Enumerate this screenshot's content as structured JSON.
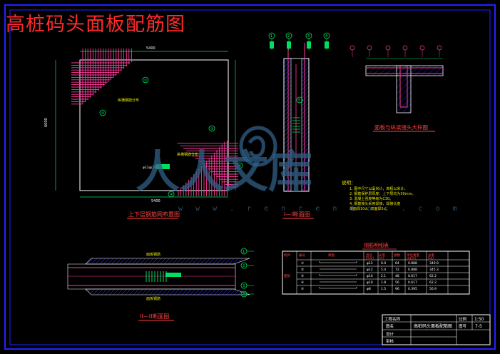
{
  "drawing": {
    "title": "高桩码头面板配筋图",
    "views": {
      "plan": "上下层钢筋网布置图",
      "section1": "I—I断面图",
      "section2": "II—II断面图",
      "detail": "面板与纵梁接头大样图"
    },
    "rebar_table": {
      "title": "钢筋明细表",
      "headers": [
        "构件",
        "编号",
        "简图",
        "直径",
        "长度",
        "根数",
        "单位重量",
        "总重"
      ],
      "units": [
        "",
        "",
        "",
        "(mm)",
        "(m)",
        "",
        "(kg/m)",
        "(kg)"
      ],
      "rows": [
        [
          "",
          "①",
          "",
          "φ12",
          "6.0",
          "64",
          "0.888",
          "340.9"
        ],
        [
          "",
          "②",
          "",
          "φ12",
          "5.4",
          "72",
          "0.888",
          "345.3"
        ],
        [
          "面板",
          "③",
          "",
          "φ10",
          "2.1",
          "48",
          "0.617",
          "62.2"
        ],
        [
          "",
          "④",
          "",
          "φ10",
          "1.8",
          "56",
          "0.617",
          "62.2"
        ],
        [
          "",
          "⑤",
          "",
          "φ8",
          "1.5",
          "96",
          "0.395",
          "56.9"
        ]
      ]
    },
    "notes": {
      "heading": "说明：",
      "lines": [
        "1. 图中尺寸以毫米计，高程以米计。",
        "2. 钢筋保护层厚度：上下层均为50mm。",
        "3. 混凝土强度等级为C30。",
        "4. 钢筋接头采用焊接，焊接长度",
        "   单面焊10d，双面焊5d。"
      ]
    },
    "title_block": {
      "project_label": "工程名称",
      "drawing_label": "图名",
      "drawing_name": "高桩码头面板配筋图",
      "design_label": "设计",
      "check_label": "审核",
      "scale_label": "比例",
      "scale": "1:50",
      "number_label": "图号",
      "number": "7-5"
    },
    "watermark": {
      "text": "人人文库",
      "url": "w w w . r e n r e n d o c . c o m"
    },
    "colors": {
      "frame": "#2222ff",
      "rebar": "#ff3b9d",
      "dimension": "#00e060",
      "outline": "#ffffff",
      "title": "#ff2a2a",
      "concrete": "#3333ff"
    }
  }
}
